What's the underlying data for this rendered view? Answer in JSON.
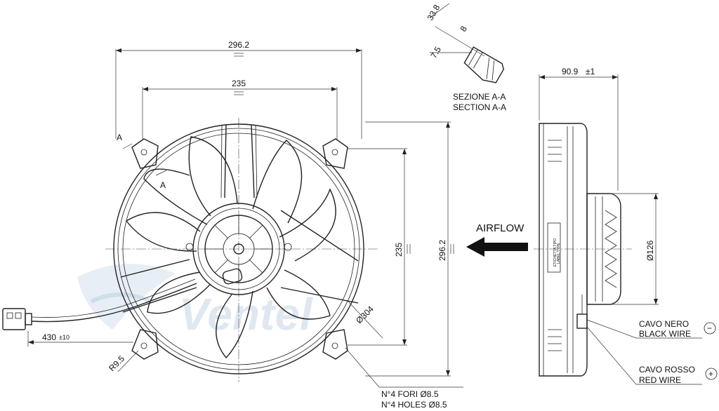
{
  "front_view": {
    "overall_width": "296.2",
    "holes_spacing_width": "235",
    "overall_height": "296.2",
    "holes_spacing_height": "235",
    "ring_diameter": "Ø304",
    "corner_radius": "R9.5",
    "cable_length": "430",
    "cable_tolerance": "±10",
    "section_marker": "A",
    "holes_label_it": "N°4 FORI Ø8.5",
    "holes_label_en": "N°4 HOLES Ø8.5"
  },
  "section_view": {
    "dim_total": "33.8",
    "dim_hole": "8",
    "dim_step": "7.5",
    "title_it": "SEZIONE A-A",
    "title_en": "SECTION A-A"
  },
  "side_view": {
    "depth": "90.9",
    "depth_tolerance": "±1",
    "motor_diameter": "Ø126",
    "airflow_label": "AIRFLOW",
    "black_wire_it": "CAVO NERO",
    "black_wire_en": "BLACK WIRE",
    "black_wire_symbol": "−",
    "red_wire_it": "CAVO ROSSO",
    "red_wire_en": "RED WIRE",
    "red_wire_symbol": "+"
  },
  "watermark": "Ventel"
}
